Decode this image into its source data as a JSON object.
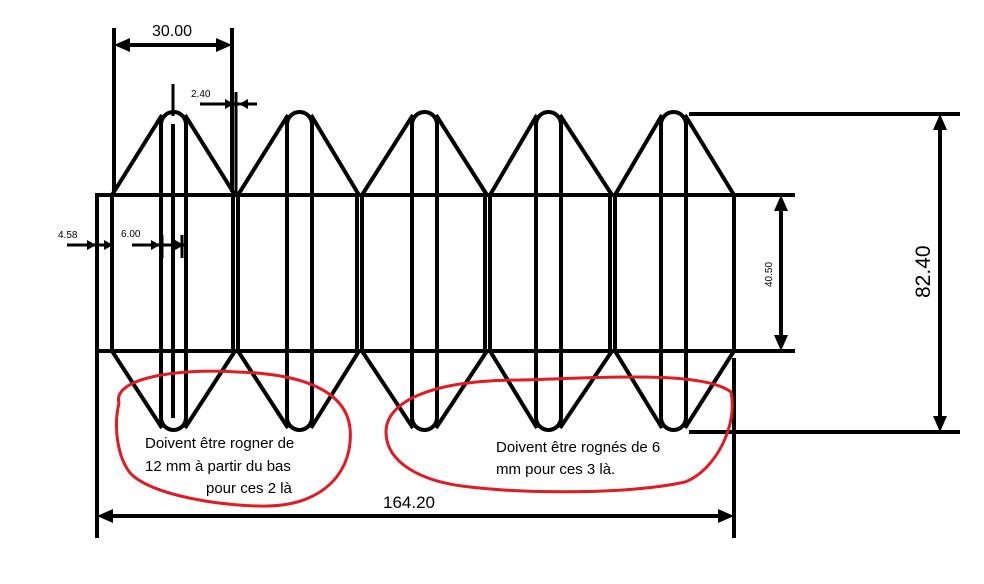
{
  "dimensions": {
    "pitch": "30.00",
    "gap": "2.40",
    "flange": "4.58",
    "inner": "6.00",
    "inner_height": "40.50",
    "outer_height": "82.40",
    "total_length": "164.20"
  },
  "notes": {
    "left_line1": "Doivent être rogner de",
    "left_line2": "12 mm à partir du bas",
    "left_line3": "pour ces 2 là",
    "right_line1": "Doivent être rognés de 6",
    "right_line2": "mm pour ces 3 là."
  },
  "colors": {
    "line": "#000000",
    "annotation": "#e01b24"
  }
}
